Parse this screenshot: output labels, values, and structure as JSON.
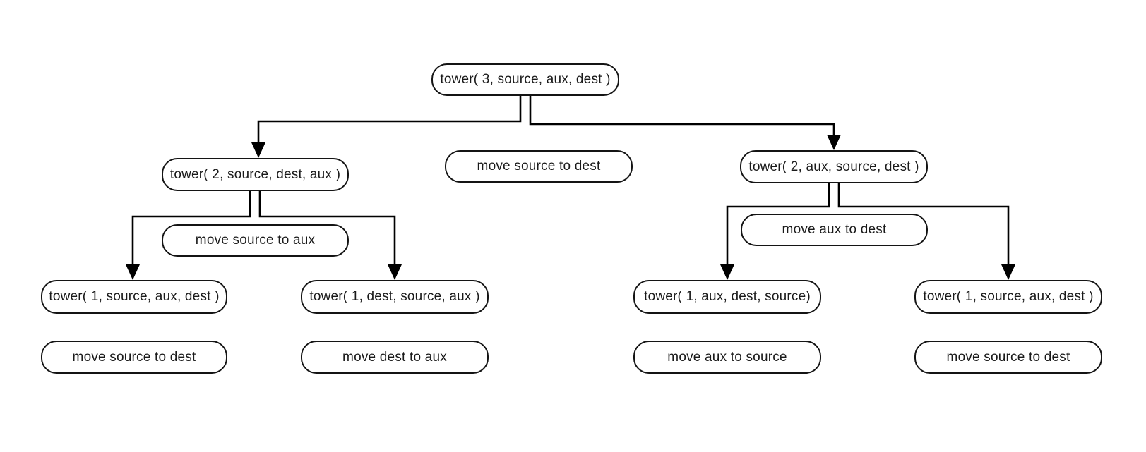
{
  "diagram": {
    "type": "recursion-tree",
    "subject": "Tower of Hanoi recursive call tree, tower(3)",
    "nodes": {
      "tower3": {
        "label": "tower( 3, source, aux, dest )",
        "kind": "call"
      },
      "tower2_left": {
        "label": "tower( 2, source, dest, aux )",
        "kind": "call"
      },
      "move_mid": {
        "label": "move source to dest",
        "kind": "move"
      },
      "tower2_right": {
        "label": "tower( 2, aux, source, dest )",
        "kind": "call"
      },
      "move_src_aux": {
        "label": "move source to aux",
        "kind": "move"
      },
      "move_aux_dest": {
        "label": "move aux to dest",
        "kind": "move"
      },
      "tower1_a": {
        "label": "tower( 1, source, aux, dest )",
        "kind": "call"
      },
      "tower1_b": {
        "label": "tower( 1, dest, source, aux )",
        "kind": "call"
      },
      "tower1_c": {
        "label": "tower( 1, aux, dest, source)",
        "kind": "call"
      },
      "tower1_d": {
        "label": "tower( 1, source, aux, dest )",
        "kind": "call"
      },
      "move_a": {
        "label": "move source to dest",
        "kind": "move"
      },
      "move_b": {
        "label": "move dest to aux",
        "kind": "move"
      },
      "move_c": {
        "label": "move aux to source",
        "kind": "move"
      },
      "move_d": {
        "label": "move source to dest",
        "kind": "move"
      }
    },
    "edges": [
      {
        "from": "tower3",
        "to": "tower2_left"
      },
      {
        "from": "tower3",
        "to": "tower2_right"
      },
      {
        "from": "tower2_left",
        "to": "tower1_a"
      },
      {
        "from": "tower2_left",
        "to": "tower1_b"
      },
      {
        "from": "tower2_right",
        "to": "tower1_c"
      },
      {
        "from": "tower2_right",
        "to": "tower1_d"
      }
    ],
    "colors": {
      "background": "#ffffff",
      "box_fill": "#ffffff",
      "box_border": "#141414",
      "line": "#000000",
      "text": "#1a1a1a"
    }
  }
}
